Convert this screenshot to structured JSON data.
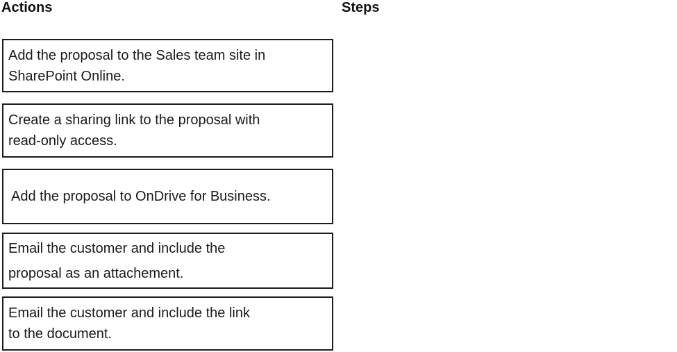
{
  "page": {
    "background": "#ffffff",
    "border_color": "#1c1c1c",
    "text_color": "#1a1a1a"
  },
  "actions_column": {
    "header": "Actions",
    "items": [
      {
        "label": "Add the proposal to the Sales team site in\nSharePoint Online."
      },
      {
        "label": "Create a sharing link to the proposal with\nread-only access."
      },
      {
        "label": "Add the proposal to OnDrive for Business."
      },
      {
        "label": "Email the customer and include the\nproposal as an attachement."
      },
      {
        "label": "Email the customer and include the link\nto the document."
      }
    ]
  },
  "steps_column": {
    "header": "Steps"
  }
}
